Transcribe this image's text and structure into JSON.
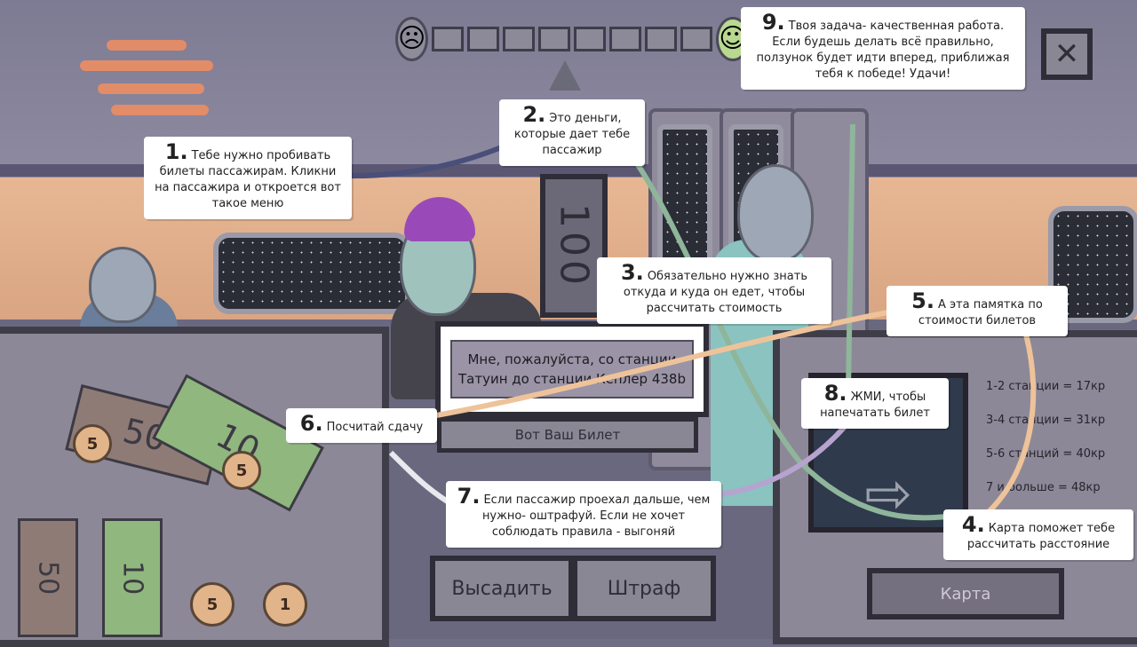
{
  "progress": {
    "filled_segments": 0,
    "total_segments": 8,
    "sad_icon": "sad-face-icon",
    "happy_icon": "happy-face-icon"
  },
  "close_icon": "close-icon",
  "ticket_counter": {
    "digits": "100"
  },
  "request": {
    "line1": "Мне, пожалуйста, со станции",
    "line2": "Татуин до станции Кеплер 438b"
  },
  "buttons": {
    "ticket": "Вот Ваш Билет",
    "eject": "Высадить",
    "fine": "Штраф",
    "map": "Карта"
  },
  "price_list": [
    "1-2 станции = 17кр",
    "3-4 станции = 31кр",
    "5-6 станций = 40кр",
    "7 и больше = 48кр"
  ],
  "money": {
    "bills": [
      "50",
      "10"
    ],
    "coins": [
      "5",
      "1"
    ],
    "counter_bills": [
      "50",
      "10"
    ],
    "counter_coins": [
      "5",
      "5"
    ]
  },
  "notes": [
    {
      "num": "1.",
      "text": "Тебе нужно пробивать билеты пассажирам. Кликни на пассажира и откроется вот такое меню"
    },
    {
      "num": "2.",
      "text": "Это деньги, которые дает тебе пассажир"
    },
    {
      "num": "3.",
      "text": "Обязательно нужно знать откуда и куда он едет, чтобы рассчитать стоимость"
    },
    {
      "num": "4.",
      "text": "Карта поможет тебе рассчитать расстояние"
    },
    {
      "num": "5.",
      "text": "А эта памятка по стоимости билетов"
    },
    {
      "num": "6.",
      "text": "Посчитай сдачу"
    },
    {
      "num": "7.",
      "text": "Если пассажир проехал дальше, чем нужно- оштрафуй. Если не хочет соблюдать правила - выгоняй"
    },
    {
      "num": "8.",
      "text": "ЖМИ, чтобы напечатать билет"
    },
    {
      "num": "9.",
      "text": "Твоя задача- качественная работа. Если будешь делать всё правильно, ползунок будет идти вперед, приближая тебя к победе! Удачи!"
    }
  ]
}
